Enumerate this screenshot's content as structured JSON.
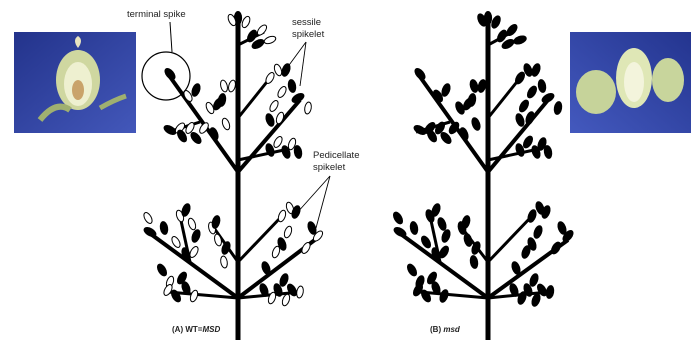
{
  "figure": {
    "annotations": {
      "terminal_spike": "terminal spike",
      "sessile_line1": "sessile",
      "sessile_line2": "spikelet",
      "pedicellate_line1": "Pedicellate",
      "pedicellate_line2": "spikelet"
    },
    "panel_a": {
      "label_prefix": "(A) WT=",
      "label_italic": "MSD"
    },
    "panel_b": {
      "label_prefix": "(B) ",
      "label_italic": "msd"
    },
    "colors": {
      "ink": "#000000",
      "photo_bg_dark": "#2a3ea0",
      "photo_bg_light": "#3e57c4",
      "photo_seed": "#cfd8a6"
    }
  }
}
